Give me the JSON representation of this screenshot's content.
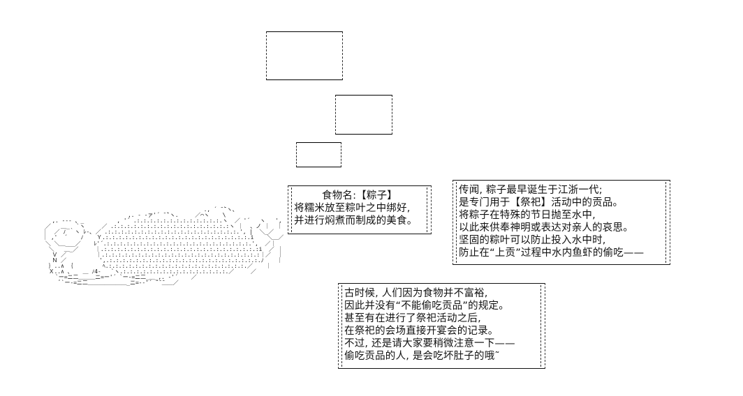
{
  "scene": {
    "background_color": "#ffffff",
    "text_color": "#111111"
  },
  "frames": [
    {
      "name": "empty-frame-1"
    },
    {
      "name": "empty-frame-2"
    },
    {
      "name": "empty-frame-3"
    }
  ],
  "boxes": {
    "food": {
      "title": "食物名:【粽子】",
      "lines": [
        "将糯米放至粽叶之中绑好,",
        "并进行焖煮而制成的美食。"
      ]
    },
    "legend": {
      "lines": [
        "传闻, 粽子最早诞生于江浙一代;",
        "是专门用于【祭祀】活动中的贡品。",
        "将粽子在特殊的节日抛至水中,",
        "以此来供奉神明或表达对亲人的哀思。",
        "坚固的粽叶可以防止投入水中时,",
        "防止在“上贡”过程中水内鱼虾的偷吃——"
      ]
    },
    "custom": {
      "lines": [
        "古时候, 人们因为食物并不富裕,",
        "因此并没有“不能偷吃贡品”的规定。",
        "甚至有在进行了祭祀活动之后,",
        "在祭祀的会场直接开宴会的记录。",
        "不过, 还是请大家要稍微注意一下——",
        "偷吃贡品的人, 是会吃坏肚子的哦˜"
      ]
    }
  },
  "ascii_art": {
    "name": "zongzi-rice-dumpling-aa",
    "content": "                                                    ., ´ ̄ ̄`ヽ、\n                             ,. - ‐ァ'´ ̄ ̄`ヽ.     ／⌒ヽ    \\\n      ,. -‐- 、_          , '´ .:.:.:.:.:.:.:.:.:.:.:.:.:.ヽ  ／ '´   ヽ   ',\n    ／   ＿_  `ヽ     ／ .:.:.:.:.:.:.:.:.:.:.:.:.:.:.:.:.:.:ヽ ｜  、ノ ｜  ｜\n   ｜  ／ ﾉ ｀ヽ ﾚ-､ ／ .:.:.:.:.:.:.:.:.:.:.:.:.:.:.:.:.:.:.:.:.', |  ＼_／   ／\n   ｜ ,'  ´    ﾉ    Ｙ.:.:.:.:.:.:.:.:.:.:.:.:.:.:.:.:.:.:.:.:.:.:.i    ＼＿／\n    ＼ ＼＿___／    ﾚ'´.:.:.:.:.:.:.:.:.:.:.:.:.:.:.:.:.:.:.:.:.:.:.',  ／｜\n     ＼   ＿_／     ｜.:.:.:.:.:.:.:.:.:.:.:.:.:.:.:.:.:.:.:.:.:.:.:.:i  ／ ｜\n      Ｖ ／         ｜.:.:.:.:.:.:.:.:.:.:.:.:.:.:.:.:.:.:.:.:.:.:.:.:｜／  ｜\n      Ｎ ／          ',.:.:.:.:.:.:.:.:.:.:.:.:.:.:.:.:.:.:.:.:.:.:.:.ﾉ    ｜\n     ｝..∧ ｛         ﾍ.:.:.:.:.:.:.:.:.:.:.:.:.:.:.:.:.:.:.:.:.:.／    ｜\n     Ｘ..∧ 、   ＿ ﾉ4-   `ヽ.:.:.:.:.:.:.:.:.:.:.:.:.:.:.:.:.／     ／\n       `ー=ニ二＿＿＿ニ=ー'´ `ー-=ニ二_＿_,. ‐'´    ／\n        ﾞ`ー-=ニ二＿＿＿＿＿＿＿_ニ=-‐'´ ̄ ̄ ̄＿＿／"
  }
}
